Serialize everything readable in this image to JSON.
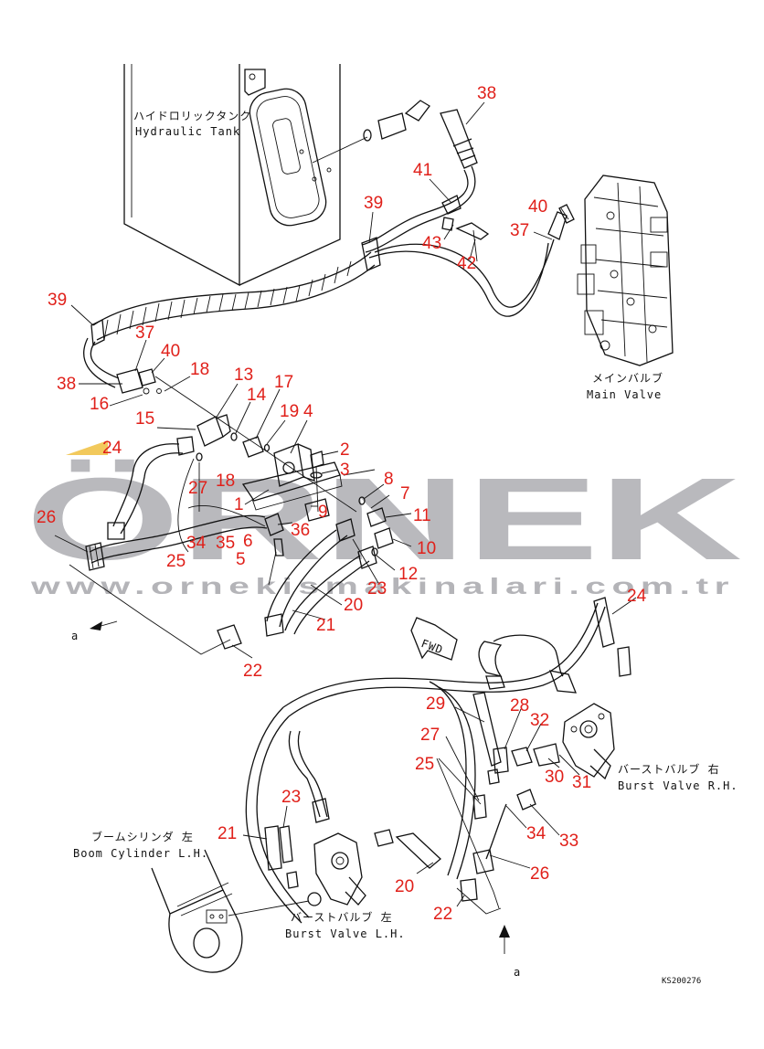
{
  "watermark": {
    "brand": "ÖRNEK",
    "url": "www.ornekismakinalari.com.tr",
    "color": "#b9b9bd",
    "accent": "#f0c040"
  },
  "captions": {
    "tank_jp": "ハイドロリックタンク",
    "tank_en": "Hydraulic Tank",
    "main_valve_jp": "メインバルブ",
    "main_valve_en": "Main Valve",
    "burst_rh_jp": "バーストバルブ 右",
    "burst_rh_en": "Burst Valve R.H.",
    "burst_lh_jp": "バーストバルブ 左",
    "burst_lh_en": "Burst Valve L.H.",
    "boom_jp": "ブームシリンダ 左",
    "boom_en": "Boom Cylinder L.H.",
    "fwd": "FWD",
    "view_a_top": "a",
    "view_a_bottom": "a",
    "drawing_no": "KS200276"
  },
  "callouts": [
    {
      "key": "c38a",
      "text": "38"
    },
    {
      "key": "c41",
      "text": "41"
    },
    {
      "key": "c39a",
      "text": "39"
    },
    {
      "key": "c40a",
      "text": "40"
    },
    {
      "key": "c37a",
      "text": "37"
    },
    {
      "key": "c43",
      "text": "43"
    },
    {
      "key": "c42",
      "text": "42"
    },
    {
      "key": "c39b",
      "text": "39"
    },
    {
      "key": "c37b",
      "text": "37"
    },
    {
      "key": "c40b",
      "text": "40"
    },
    {
      "key": "c38b",
      "text": "38"
    },
    {
      "key": "c18a",
      "text": "18"
    },
    {
      "key": "c16",
      "text": "16"
    },
    {
      "key": "c13",
      "text": "13"
    },
    {
      "key": "c14",
      "text": "14"
    },
    {
      "key": "c17",
      "text": "17"
    },
    {
      "key": "c19",
      "text": "19"
    },
    {
      "key": "c4",
      "text": "4"
    },
    {
      "key": "c15",
      "text": "15"
    },
    {
      "key": "c24a",
      "text": "24"
    },
    {
      "key": "c2",
      "text": "2"
    },
    {
      "key": "c3",
      "text": "3"
    },
    {
      "key": "c27a",
      "text": "27"
    },
    {
      "key": "c18b",
      "text": "18"
    },
    {
      "key": "c8",
      "text": "8"
    },
    {
      "key": "c7",
      "text": "7"
    },
    {
      "key": "c1",
      "text": "1"
    },
    {
      "key": "c9",
      "text": "9"
    },
    {
      "key": "c11",
      "text": "11"
    },
    {
      "key": "c26a",
      "text": "26"
    },
    {
      "key": "c36",
      "text": "36"
    },
    {
      "key": "c34a",
      "text": "34"
    },
    {
      "key": "c35",
      "text": "35"
    },
    {
      "key": "c6",
      "text": "6"
    },
    {
      "key": "c10",
      "text": "10"
    },
    {
      "key": "c25a",
      "text": "25"
    },
    {
      "key": "c5",
      "text": "5"
    },
    {
      "key": "c12",
      "text": "12"
    },
    {
      "key": "c23a",
      "text": "23"
    },
    {
      "key": "c20a",
      "text": "20"
    },
    {
      "key": "c21a",
      "text": "21"
    },
    {
      "key": "c22a",
      "text": "22"
    },
    {
      "key": "c24b",
      "text": "24"
    },
    {
      "key": "c29",
      "text": "29"
    },
    {
      "key": "c28",
      "text": "28"
    },
    {
      "key": "c32",
      "text": "32"
    },
    {
      "key": "c27b",
      "text": "27"
    },
    {
      "key": "c25b",
      "text": "25"
    },
    {
      "key": "c30",
      "text": "30"
    },
    {
      "key": "c31",
      "text": "31"
    },
    {
      "key": "c23b",
      "text": "23"
    },
    {
      "key": "c21b",
      "text": "21"
    },
    {
      "key": "c34b",
      "text": "34"
    },
    {
      "key": "c33",
      "text": "33"
    },
    {
      "key": "c26b",
      "text": "26"
    },
    {
      "key": "c20b",
      "text": "20"
    },
    {
      "key": "c22b",
      "text": "22"
    }
  ]
}
